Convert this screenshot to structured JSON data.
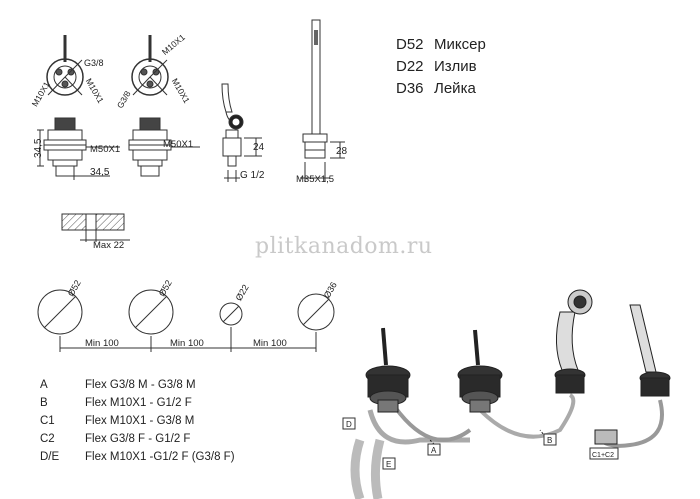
{
  "legend": [
    {
      "code": "D52",
      "name": "Миксер"
    },
    {
      "code": "D22",
      "name": "Излив"
    },
    {
      "code": "D36",
      "name": "Лейка"
    }
  ],
  "parts": [
    {
      "code": "A",
      "desc": "Flex G3/8 M - G3/8 M"
    },
    {
      "code": "B",
      "desc": "Flex M10X1 - G1/2 F"
    },
    {
      "code": "C1",
      "desc": "Flex M10X1 - G3/8 M"
    },
    {
      "code": "C2",
      "desc": "Flex G3/8 F - G1/2 F"
    },
    {
      "code": "D/E",
      "desc": "Flex M10X1 -G1/2 F (G3/8 F)"
    }
  ],
  "dims": {
    "g38": "G3/8",
    "m10a": "M10X1",
    "m10b": "M10X1",
    "m10c": "M10X1",
    "m10d": "M10X1",
    "g38b": "G3/8",
    "m50a": "M50X1",
    "m50b": "M50X1",
    "h345": "34,5",
    "w345": "34,5",
    "h24": "24",
    "g12": "G 1/2",
    "h28": "28",
    "m35": "M35X1,5",
    "max22": "Max 22",
    "min1": "Min 100",
    "min2": "Min 100",
    "min3": "Min 100",
    "d52a": "Ø52",
    "d52b": "Ø52",
    "d22": "Ø22",
    "d36": "Ø36"
  },
  "photo_labels": {
    "d": "D",
    "e": "E",
    "a": "A",
    "b": "B",
    "c": "C1+C2"
  },
  "watermark": "plitkanadom.ru"
}
